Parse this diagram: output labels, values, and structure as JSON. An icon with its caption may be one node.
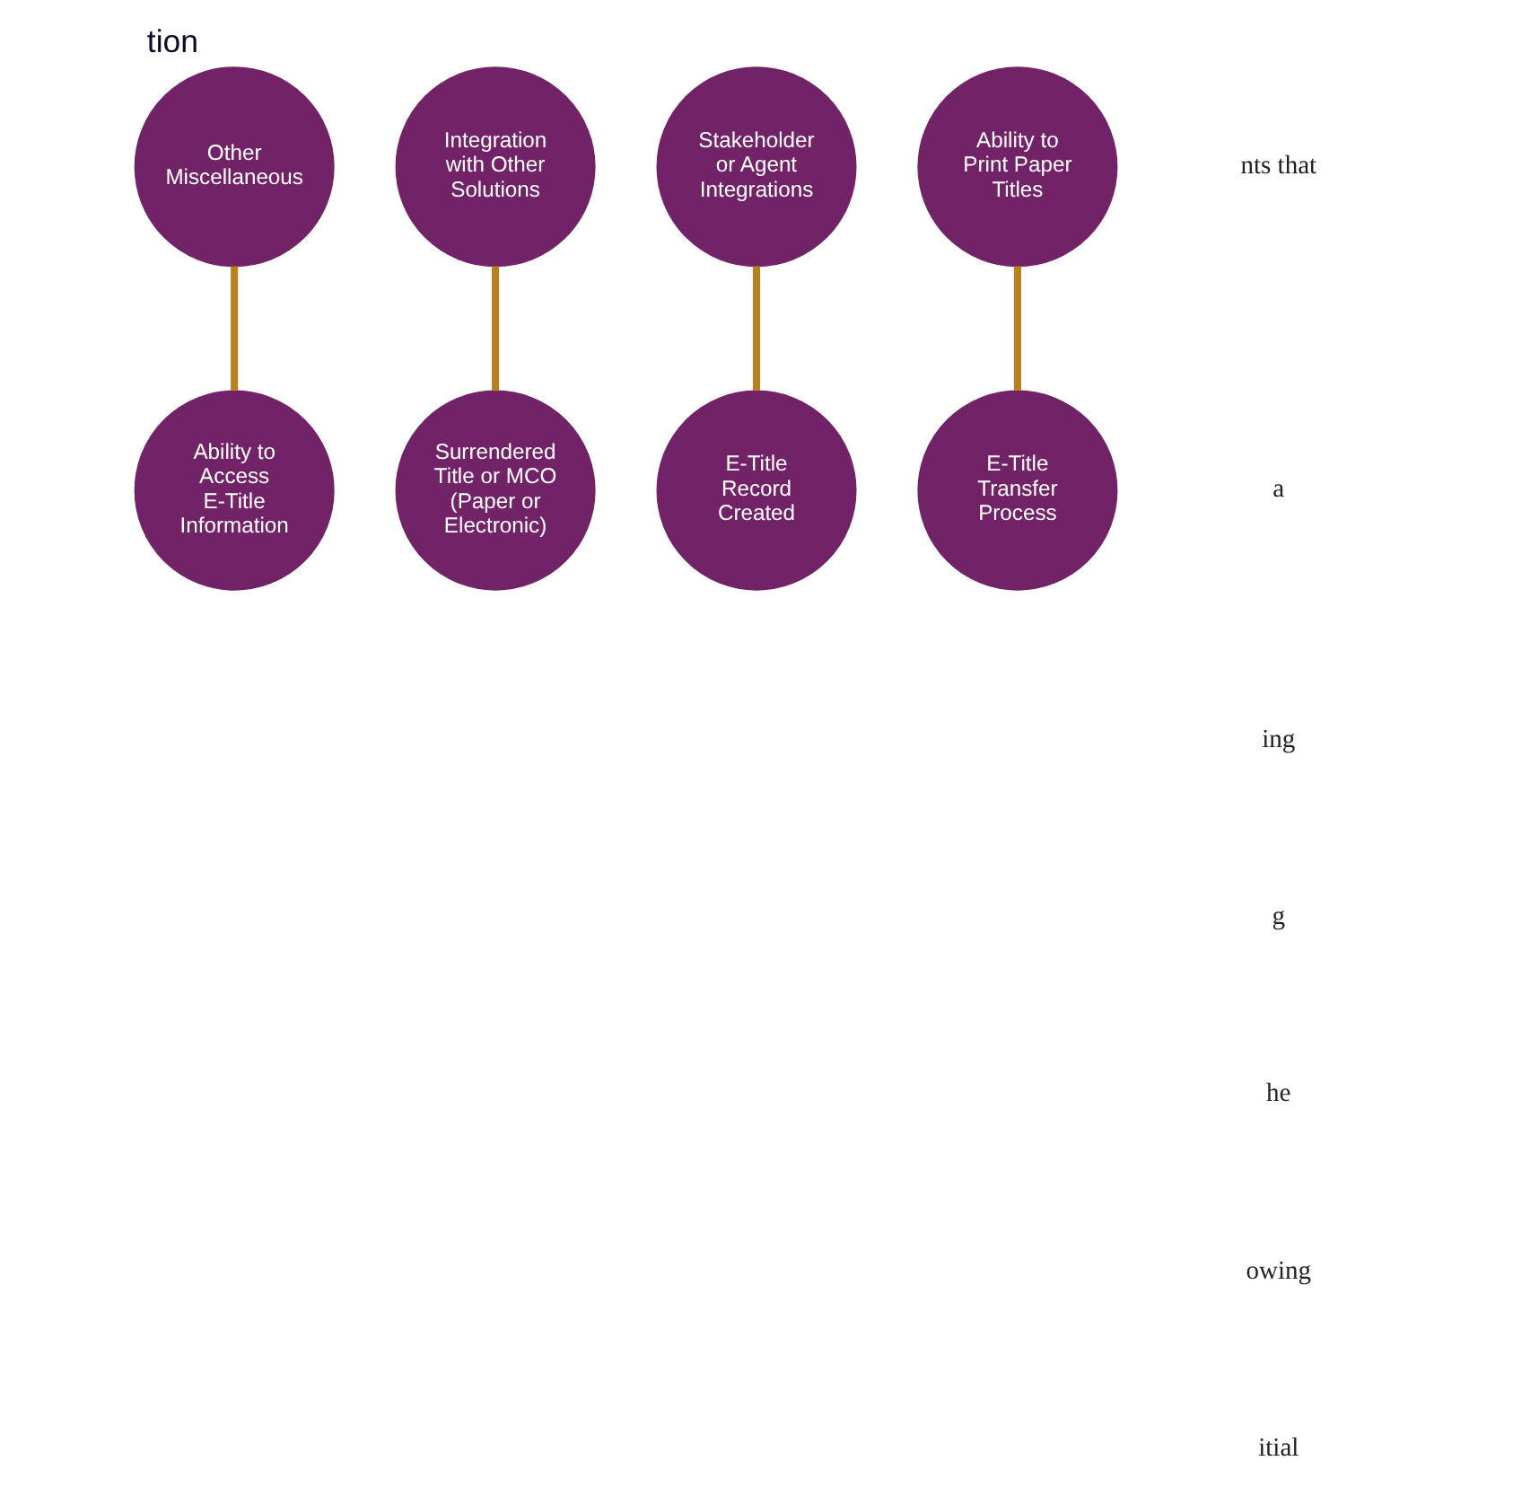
{
  "diagram": {
    "title": "tion",
    "nodes": [
      {
        "text": [
          "Other Miscellaneous"
        ]
      },
      {
        "text": [
          "Surrendered Title or MCO (Paper or Electronic)"
        ]
      },
      {
        "text": [
          "Stakeholder or Agent Integrations"
        ]
      },
      {
        "text": [
          "E-Title Transfer Process"
        ]
      },
      {
        "text": [
          "Ability to Print Paper Titles"
        ]
      },
      {
        "text": [
          "E-Title Record Created"
        ]
      },
      {
        "text": [
          "Integration with Other Solutions"
        ]
      },
      {
        "text": [
          "Ability to Access E-Title Information"
        ]
      }
    ],
    "edges": [
      {
        "from": 0,
        "to": 7,
        "arrow": "none"
      },
      {
        "from": 2,
        "to": 5,
        "arrow": "none"
      },
      {
        "from": 4,
        "to": 3,
        "arrow": "none"
      },
      {
        "from": 6,
        "to": 1,
        "arrow": "none"
      }
    ],
    "labels": [
      "nts that",
      "a",
      "ing",
      "g",
      "he",
      "owing",
      "itial"
    ]
  }
}
